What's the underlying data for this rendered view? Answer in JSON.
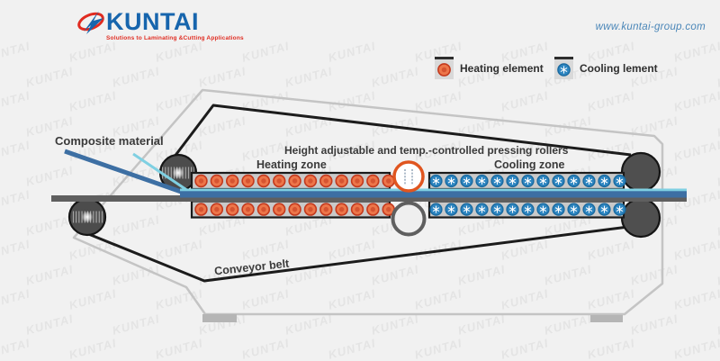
{
  "header": {
    "logo_text": "KUNTAI",
    "tagline": "Solutions to Laminating &Cutting Applications",
    "website": "www.kuntai-group.com"
  },
  "legend": {
    "heating_label": "Heating element",
    "cooling_label": "Cooling lement"
  },
  "diagram_labels": {
    "composite_material": "Composite material",
    "pressing_rollers": "Height adjustable and temp.-controlled pressing rollers",
    "heating_zone": "Heating zone",
    "cooling_zone": "Cooling zone",
    "conveyor_belt": "Conveyor belt"
  },
  "watermark_text": "KUNTAI",
  "diagram": {
    "heating_elements_per_row": 13,
    "cooling_elements_per_row": 13,
    "element_rows": 2
  },
  "colors": {
    "heating_fill": "#ed764a",
    "heating_ring": "#c3391d",
    "cooling_fill": "#2e86c1",
    "cooling_ring": "#19699f",
    "composite_blue": "#3d6fa3",
    "composite_cyan": "#7fd0e2",
    "belt_gray": "#5f5f5f",
    "frame_gray": "#c4c4c4",
    "bar_gray": "#c9c9c9",
    "roller_dark": "#4c4c4c",
    "pressing_ring_hot": "#e0551f",
    "pressing_ring_cold": "#5f5f5f",
    "logo_blue": "#1765ad",
    "logo_red": "#e02b20",
    "website_blue": "#4a86b8"
  }
}
